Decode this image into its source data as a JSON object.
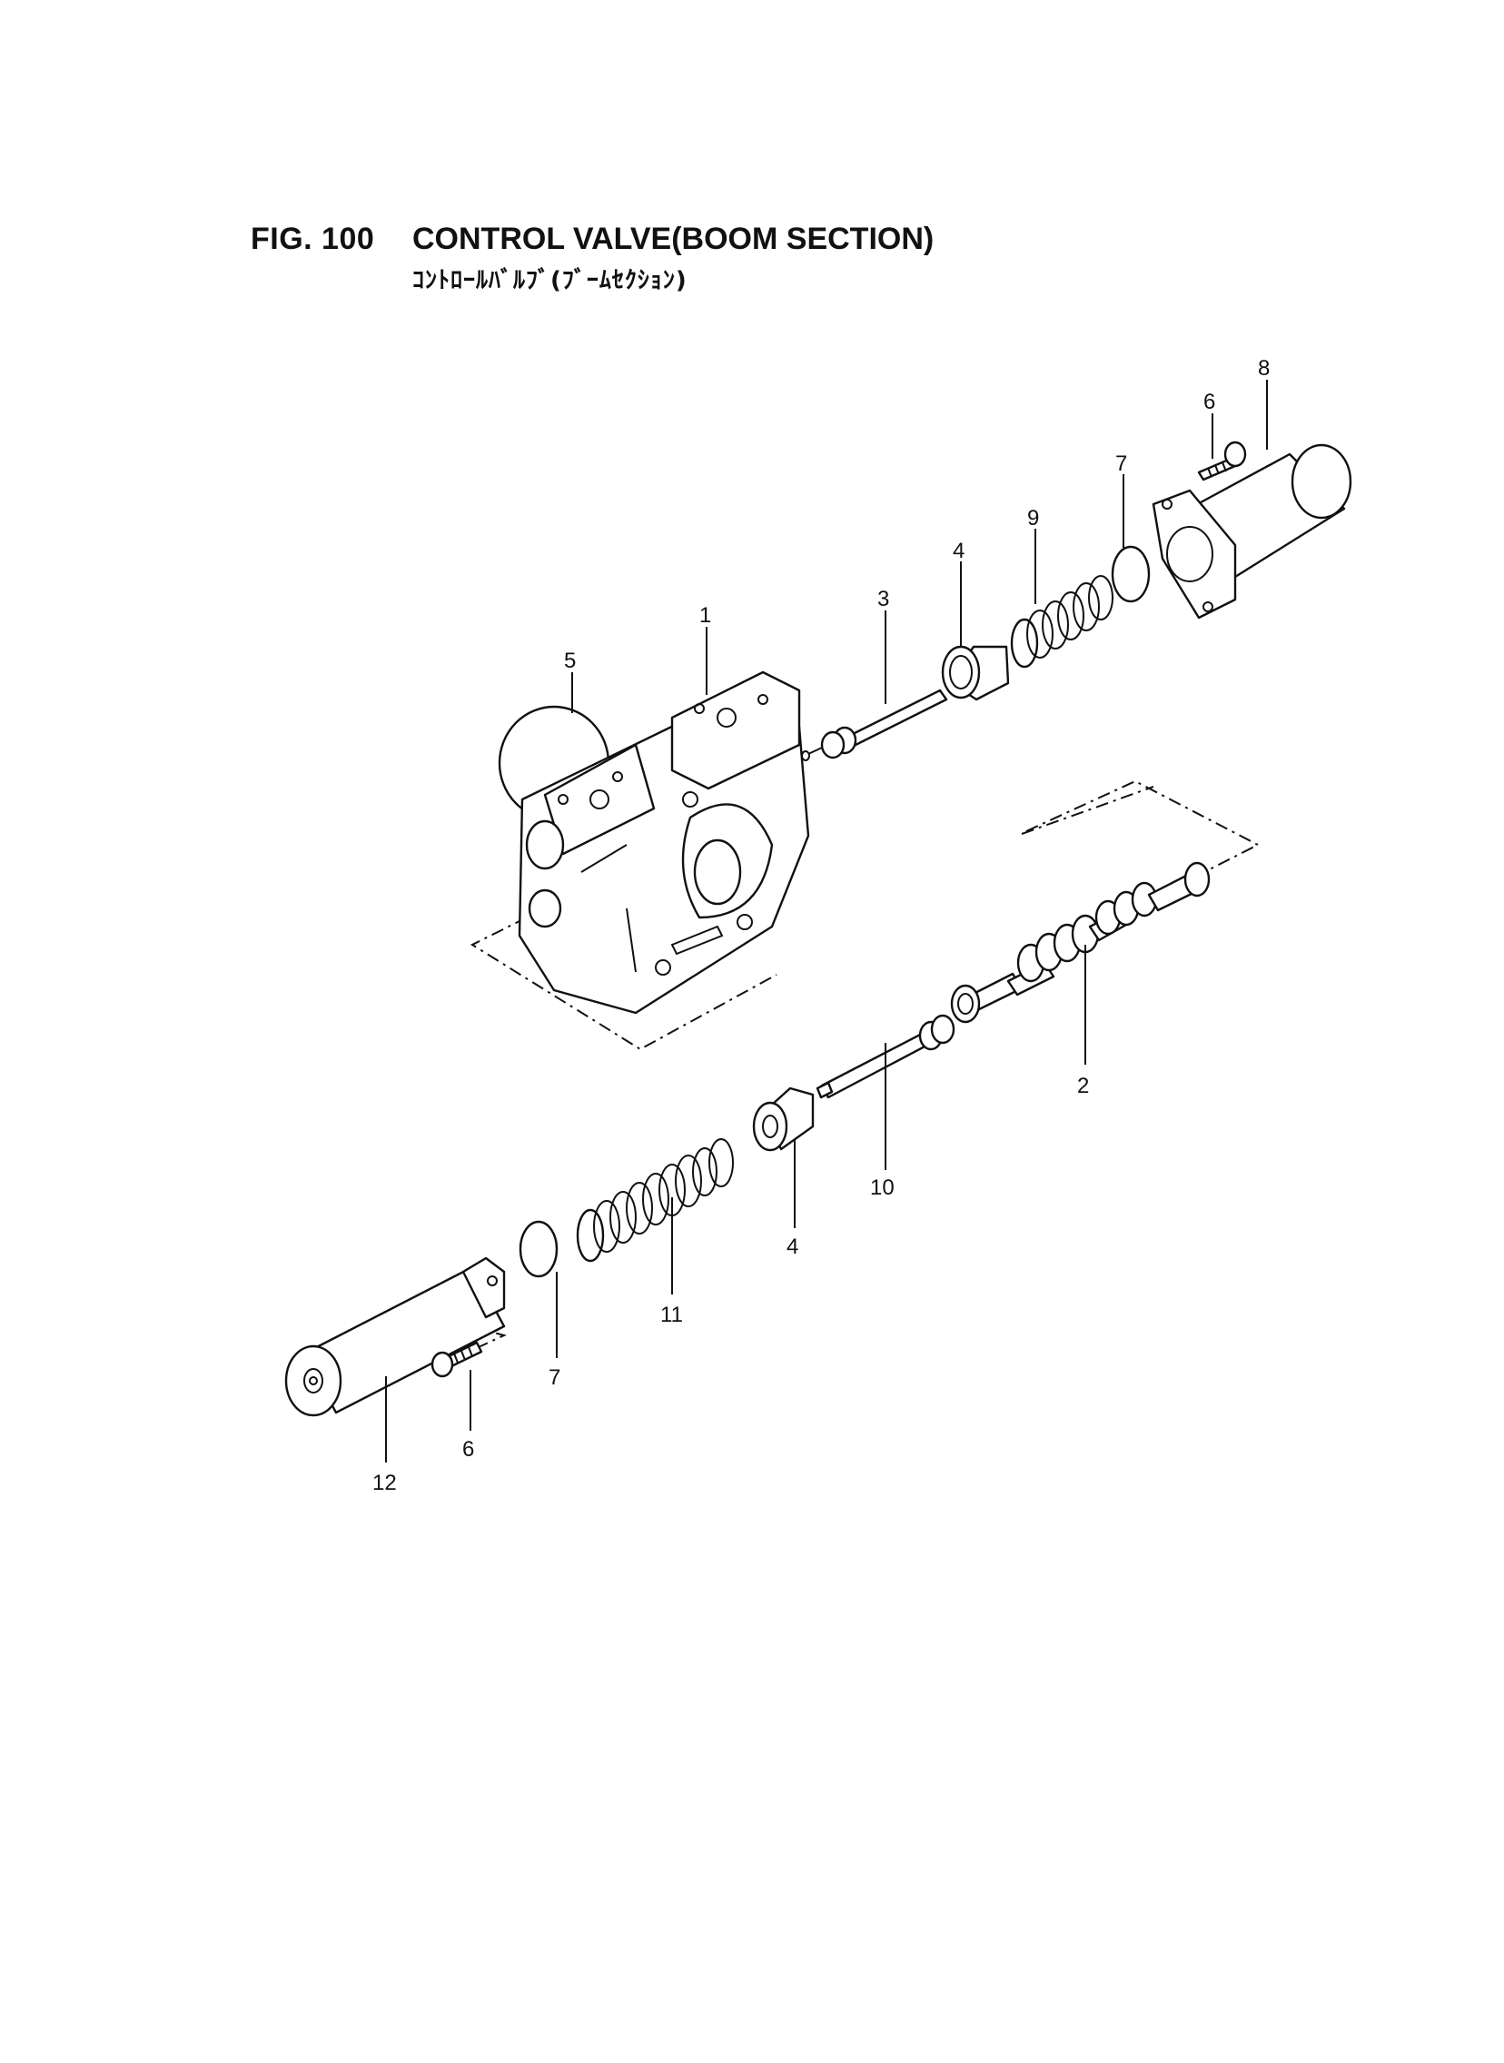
{
  "header": {
    "figure_number": "FIG. 100",
    "title": "CONTROL VALVE(BOOM SECTION)",
    "subtitle": "ｺﾝﾄﾛｰﾙﾊﾞﾙﾌﾞ(ﾌﾞｰﾑｾｸｼｮﾝ)"
  },
  "callouts": [
    {
      "id": "c8-top",
      "label": "8"
    },
    {
      "id": "c6-top",
      "label": "6"
    },
    {
      "id": "c7-top",
      "label": "7"
    },
    {
      "id": "c9",
      "label": "9"
    },
    {
      "id": "c4-top",
      "label": "4"
    },
    {
      "id": "c3",
      "label": "3"
    },
    {
      "id": "c1",
      "label": "1"
    },
    {
      "id": "c5",
      "label": "5"
    },
    {
      "id": "c2",
      "label": "2"
    },
    {
      "id": "c10",
      "label": "10"
    },
    {
      "id": "c4-bottom",
      "label": "4"
    },
    {
      "id": "c11",
      "label": "11"
    },
    {
      "id": "c7-bottom",
      "label": "7"
    },
    {
      "id": "c6-bottom",
      "label": "6"
    },
    {
      "id": "c12",
      "label": "12"
    }
  ],
  "parts": [
    {
      "id": "valve-body",
      "icon": "valve-housing-icon"
    },
    {
      "id": "spool",
      "icon": "spool-icon"
    },
    {
      "id": "stopper-rod",
      "icon": "rod-icon"
    },
    {
      "id": "spring-seat",
      "icon": "collar-icon"
    },
    {
      "id": "o-ring-large",
      "icon": "o-ring-icon"
    },
    {
      "id": "socket-bolt",
      "icon": "bolt-icon"
    },
    {
      "id": "o-ring",
      "icon": "o-ring-icon"
    },
    {
      "id": "cap",
      "icon": "cap-icon"
    },
    {
      "id": "spring",
      "icon": "spring-icon"
    },
    {
      "id": "rod",
      "icon": "rod-icon"
    },
    {
      "id": "spring-large",
      "icon": "spring-icon"
    },
    {
      "id": "cap-long",
      "icon": "cap-icon"
    }
  ]
}
